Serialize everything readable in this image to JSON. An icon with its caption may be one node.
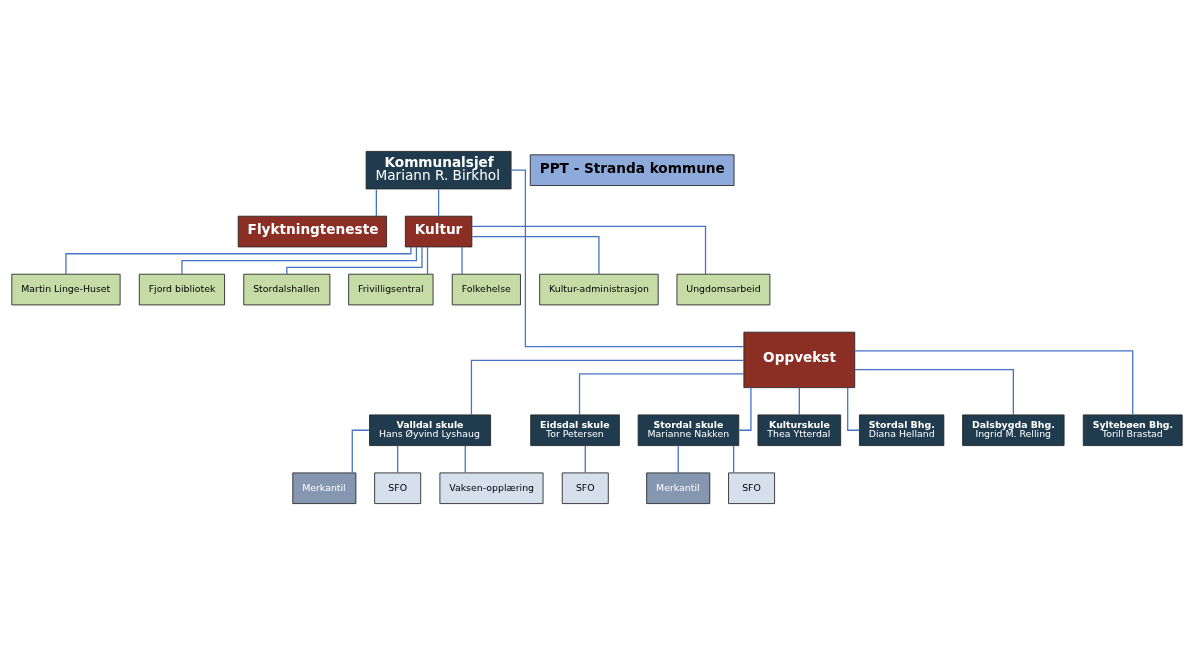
{
  "diagram": {
    "nodes": [
      {
        "text": [
          "Kommunalsjef",
          "Mariann R. Birkhol"
        ]
      },
      {
        "text": [
          "Flyktningteneste"
        ]
      },
      {
        "text": [
          "Kultur"
        ]
      },
      {
        "text": [
          "Martin Linge-Huset"
        ]
      },
      {
        "text": [
          "Fjord bibliotek"
        ]
      },
      {
        "text": [
          "Stordalshallen"
        ]
      },
      {
        "text": [
          "Frivilligsentral"
        ]
      },
      {
        "text": [
          "Folkehelse"
        ]
      },
      {
        "text": [
          "Kultur-administrasjon"
        ]
      },
      {
        "text": [
          "Ungdomsarbeid"
        ]
      },
      {
        "text": [
          "Oppvekst"
        ]
      },
      {
        "text": [
          "Valldal skule",
          "Hans Øyvind Lyshaug"
        ]
      },
      {
        "text": [
          "Eidsdal skule",
          "Tor Petersen"
        ]
      },
      {
        "text": [
          "Stordal skule",
          "Marianne Nakken"
        ]
      },
      {
        "text": [
          "Kulturskule",
          "Thea Ytterdal"
        ]
      },
      {
        "text": [
          "Stordal Bhg.",
          "Diana Helland"
        ]
      },
      {
        "text": [
          "Dalsbygda Bhg.",
          "Ingrid M. Relling"
        ]
      },
      {
        "text": [
          "Syltebøen Bhg.",
          "Torill Brastad"
        ]
      },
      {
        "text": [
          "Merkantil"
        ]
      },
      {
        "text": [
          "SFO"
        ]
      },
      {
        "text": [
          "Vaksen-opplæring"
        ]
      },
      {
        "text": [
          "SFO"
        ]
      },
      {
        "text": [
          "Merkantil"
        ]
      },
      {
        "text": [
          "SFO"
        ]
      },
      {
        "text": [
          "PPT - Stranda kommune"
        ]
      }
    ],
    "edges": [
      {
        "from": 0,
        "to": 1,
        "arrow": "none"
      },
      {
        "from": 0,
        "to": 2,
        "arrow": "none"
      },
      {
        "from": 2,
        "to": 3,
        "arrow": "none"
      },
      {
        "from": 2,
        "to": 4,
        "arrow": "none"
      },
      {
        "from": 2,
        "to": 5,
        "arrow": "none"
      },
      {
        "from": 2,
        "to": 6,
        "arrow": "none"
      },
      {
        "from": 2,
        "to": 7,
        "arrow": "none"
      },
      {
        "from": 2,
        "to": 8,
        "arrow": "none"
      },
      {
        "from": 2,
        "to": 9,
        "arrow": "none"
      },
      {
        "from": 0,
        "to": 10,
        "arrow": "none"
      },
      {
        "from": 10,
        "to": 11,
        "arrow": "none"
      },
      {
        "from": 10,
        "to": 12,
        "arrow": "none"
      },
      {
        "from": 10,
        "to": 13,
        "arrow": "none"
      },
      {
        "from": 10,
        "to": 14,
        "arrow": "none"
      },
      {
        "from": 10,
        "to": 15,
        "arrow": "none"
      },
      {
        "from": 10,
        "to": 16,
        "arrow": "none"
      },
      {
        "from": 10,
        "to": 17,
        "arrow": "none"
      },
      {
        "from": 11,
        "to": 18,
        "arrow": "none"
      },
      {
        "from": 11,
        "to": 19,
        "arrow": "none"
      },
      {
        "from": 11,
        "to": 20,
        "arrow": "none"
      },
      {
        "from": 12,
        "to": 21,
        "arrow": "none"
      },
      {
        "from": 13,
        "to": 22,
        "arrow": "none"
      },
      {
        "from": 13,
        "to": 23,
        "arrow": "none"
      }
    ]
  }
}
